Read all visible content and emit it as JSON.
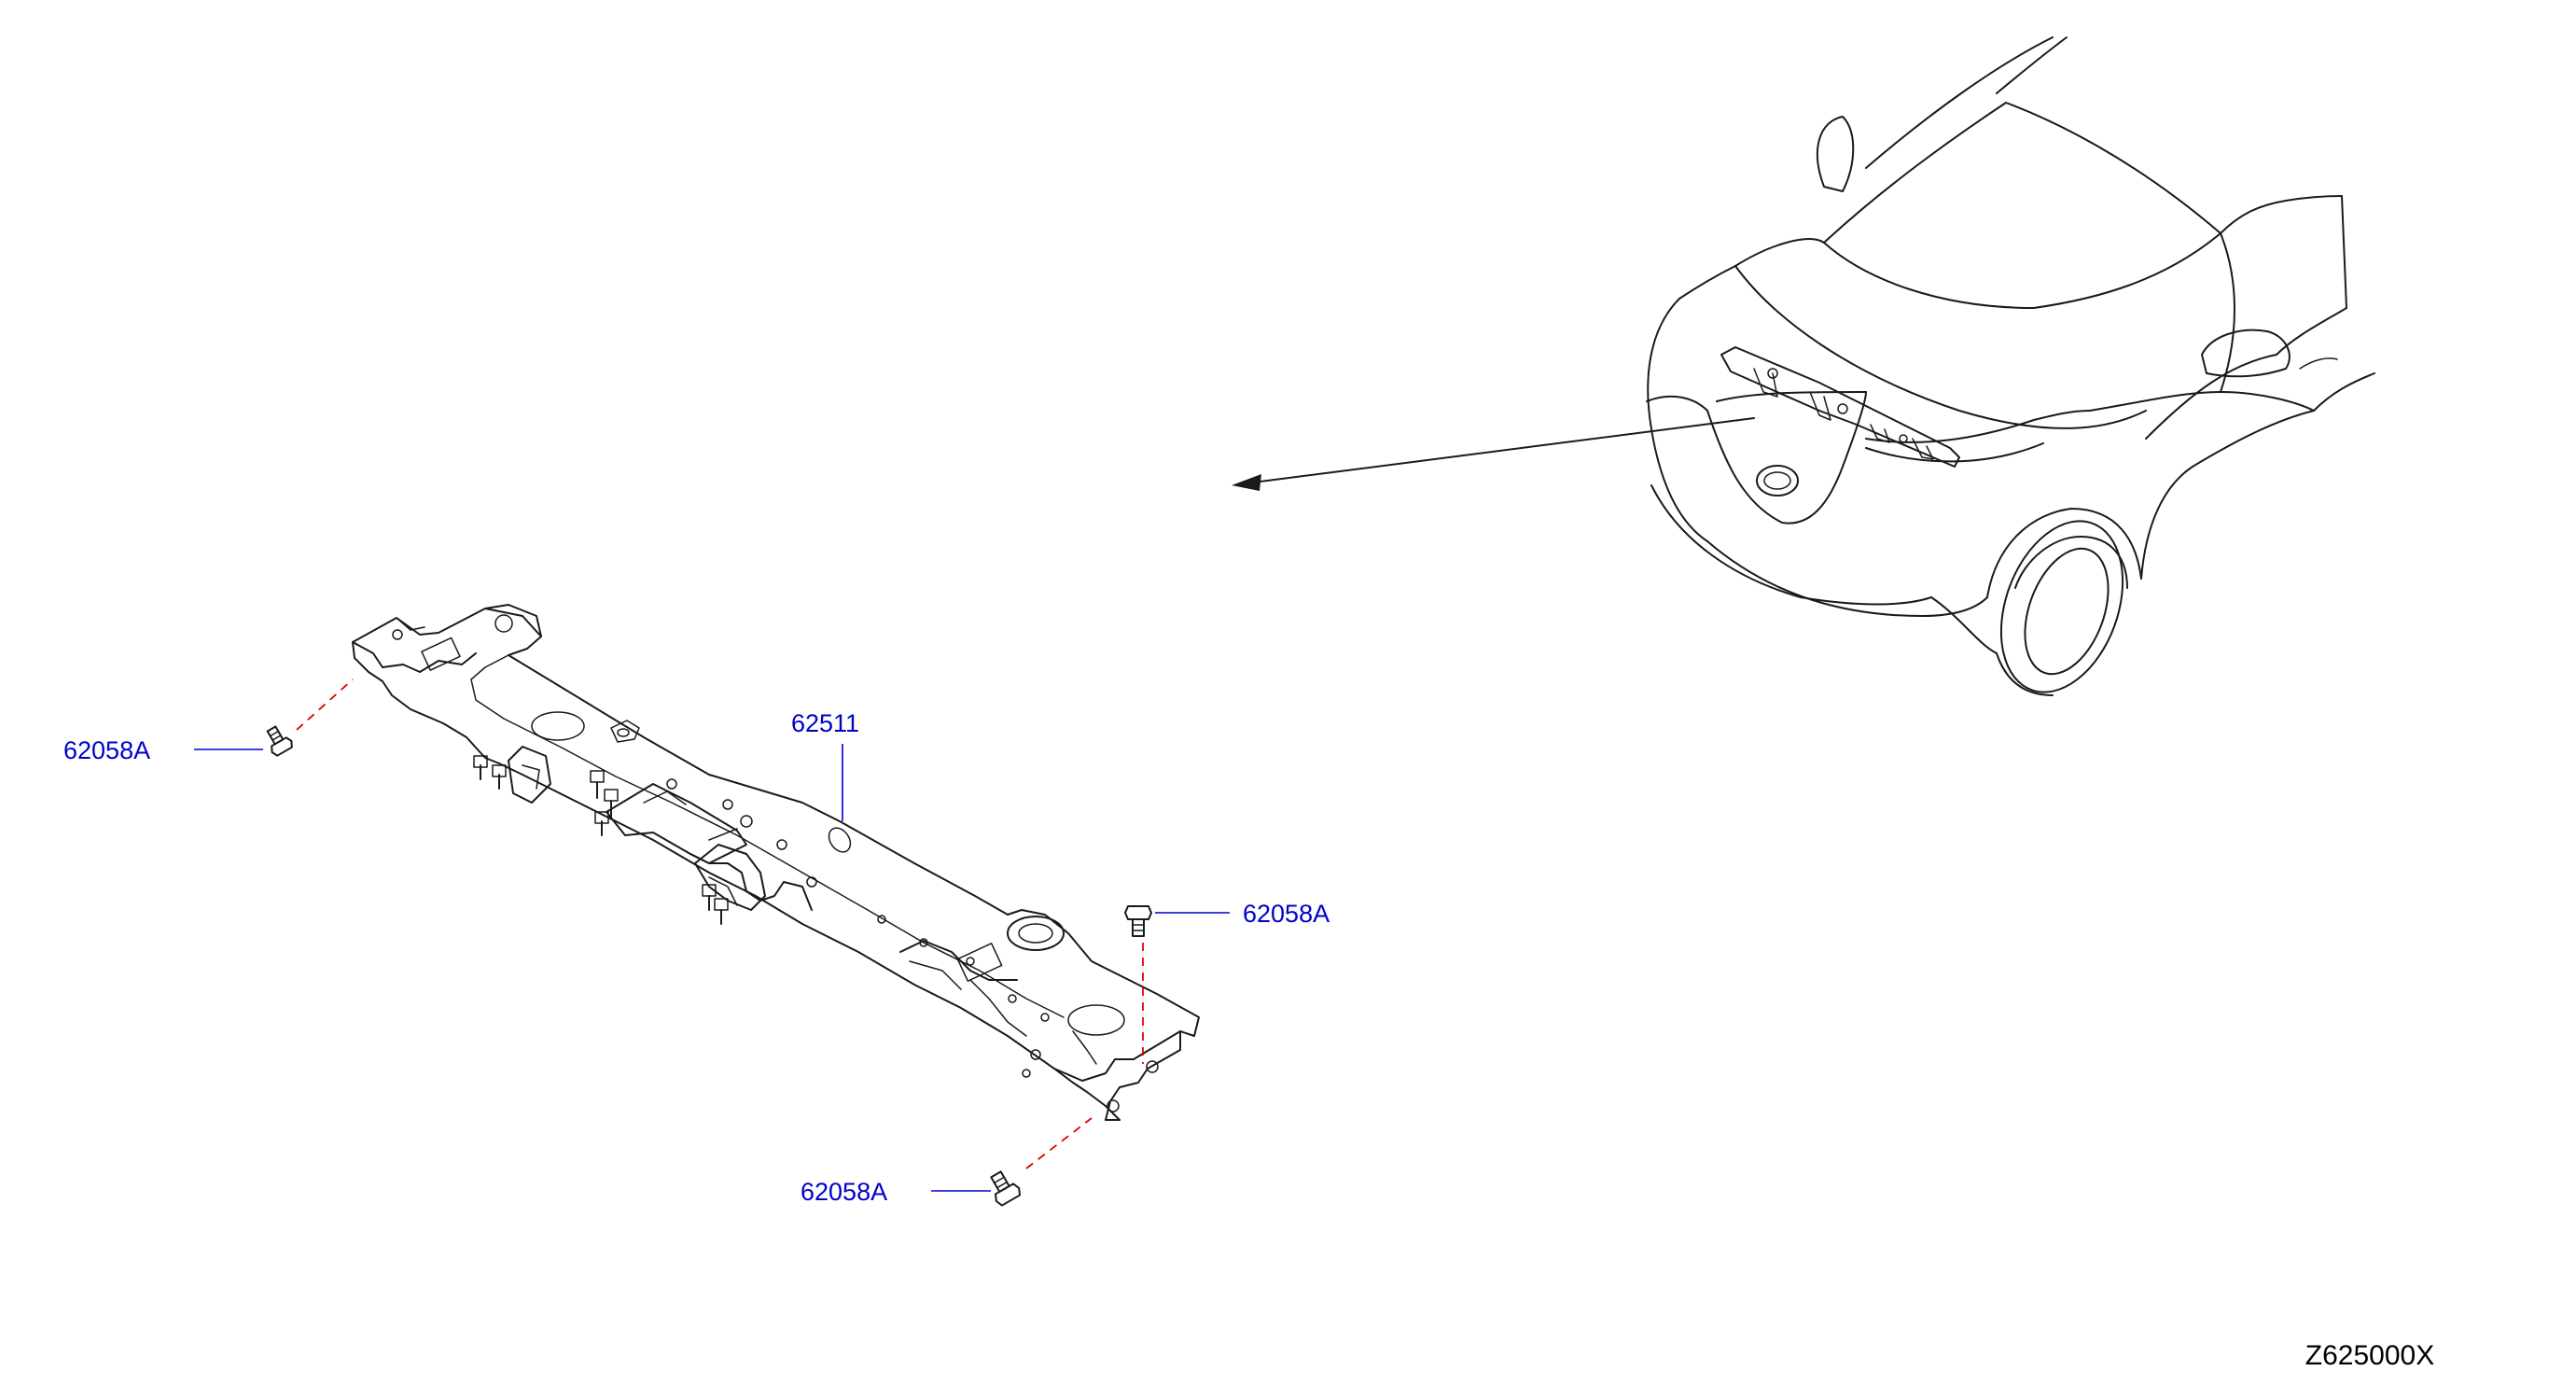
{
  "diagram": {
    "part_labels": {
      "bolt_left": "62058A",
      "bolt_right": "62058A",
      "bolt_bottom": "62058A",
      "support_member": "62511"
    },
    "figure_code": "Z625000X",
    "colors": {
      "callout_text": "#0000cc",
      "callout_leader": "#0000cc",
      "fastener_path": "#e00000",
      "line_art": "#1a1a1a",
      "background": "#ffffff"
    }
  }
}
